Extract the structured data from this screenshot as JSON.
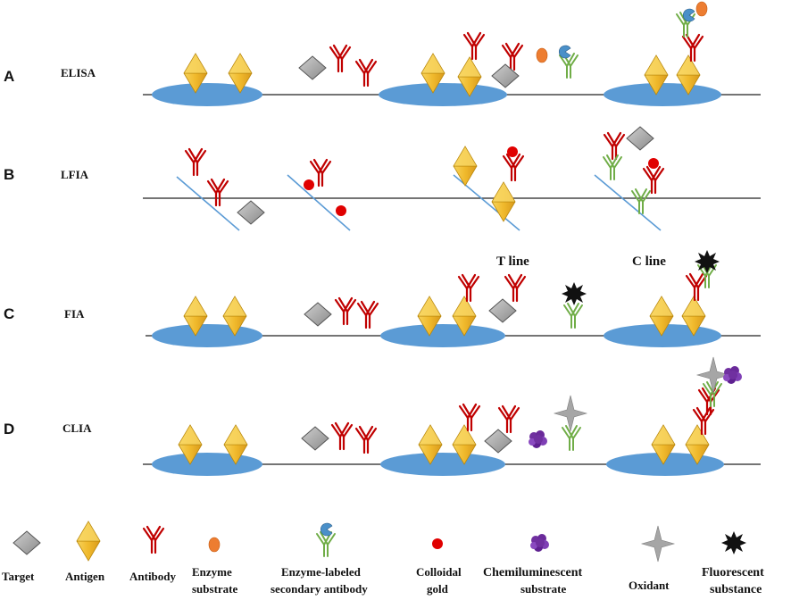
{
  "rows": [
    {
      "letter": "A",
      "name": "ELISA"
    },
    {
      "letter": "B",
      "name": "LFIA"
    },
    {
      "letter": "C",
      "name": "FIA"
    },
    {
      "letter": "D",
      "name": "CLIA"
    }
  ],
  "fia_labels": {
    "t_line": "T line",
    "c_line": "C line"
  },
  "legend": {
    "target": "Target",
    "antigen": "Antigen",
    "antibody": "Antibody",
    "enzyme_substrate_1": "Enzyme",
    "enzyme_substrate_2": "substrate",
    "enzyme_labeled_1": "Enzyme-labeled",
    "enzyme_labeled_2": "secondary antibody",
    "colloidal_gold_1": "Colloidal",
    "colloidal_gold_2": "gold",
    "chemi_1": "Chemiluminescent",
    "chemi_2": "substrate",
    "oxidant": "Oxidant",
    "fluorescent_1": "Fluorescent",
    "fluorescent_2": "substance"
  },
  "colors": {
    "plate": "#5b9bd5",
    "antigen": "#f2be2a",
    "target": "#9e9e9e",
    "antibody": "#c00000",
    "secondary": "#70ad47",
    "enzyme": "#ed7d31",
    "gold": "#e00000",
    "chemi": "#7030a0",
    "oxidant": "#a6a6a6",
    "fluorescent": "#111111",
    "strip": "#5b9bd5"
  }
}
